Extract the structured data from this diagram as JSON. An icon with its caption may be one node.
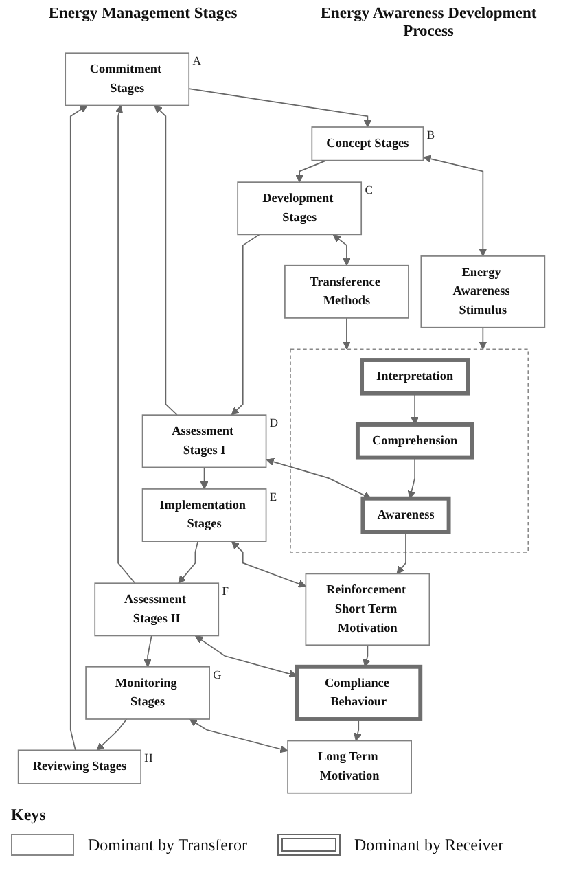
{
  "diagram": {
    "nodes": [
      {
        "text": [
          "Commitment Stages"
        ],
        "beside": [
          "A"
        ]
      },
      {
        "text": [
          "Concept Stages"
        ],
        "beside": [
          "B"
        ]
      },
      {
        "text": [
          "Development Stages"
        ],
        "beside": [
          "C"
        ]
      },
      {
        "text": [
          "Assessment Stages I"
        ],
        "beside": [
          "D"
        ]
      },
      {
        "text": [
          "Implementation Stages"
        ],
        "beside": [
          "E"
        ]
      },
      {
        "text": [
          "Assessment Stages II"
        ],
        "beside": [
          "F"
        ]
      },
      {
        "text": [
          "Monitoring Stages"
        ],
        "beside": [
          "G"
        ]
      },
      {
        "text": [
          "Reviewing Stages"
        ],
        "beside": [
          "H"
        ]
      },
      {
        "text": [
          "Energy Awareness Stimulus"
        ]
      },
      {
        "text": [
          "Transference Methods"
        ]
      },
      {
        "text": [],
        "shape": "box"
      },
      {
        "text": [
          "Interpretation"
        ],
        "in": 10
      },
      {
        "text": [
          "Comprehension"
        ],
        "in": 10
      },
      {
        "text": [
          "Awareness"
        ],
        "in": 10
      },
      {
        "text": [
          "Reinforcement Short Term Motivation"
        ]
      },
      {
        "text": [
          "Compliance Behaviour"
        ]
      },
      {
        "text": [
          "Long Term Motivation"
        ]
      }
    ],
    "edges": [
      {
        "from": 0,
        "to": 1,
        "arrow": "to"
      },
      {
        "from": 1,
        "to": 2,
        "arrow": "to"
      },
      {
        "from": 2,
        "to": 3,
        "arrow": "to"
      },
      {
        "from": 3,
        "to": 4,
        "arrow": "to"
      },
      {
        "from": 4,
        "to": 5,
        "arrow": "to"
      },
      {
        "from": 5,
        "to": 6,
        "arrow": "to"
      },
      {
        "from": 6,
        "to": 7,
        "arrow": "to"
      },
      {
        "from": 3,
        "to": 0,
        "arrow": "to"
      },
      {
        "from": 5,
        "to": 0,
        "arrow": "to"
      },
      {
        "from": 7,
        "to": 0,
        "arrow": "to"
      },
      {
        "from": 1,
        "to": 8,
        "arrow": "both"
      },
      {
        "from": 2,
        "to": 9,
        "arrow": "both"
      },
      {
        "from": 8,
        "to": 10,
        "arrow": "to"
      },
      {
        "from": 9,
        "to": 10,
        "arrow": "to"
      },
      {
        "from": 11,
        "to": 12,
        "arrow": "to"
      },
      {
        "from": 12,
        "to": 13,
        "arrow": "to"
      },
      {
        "from": 3,
        "to": 13,
        "arrow": "both"
      },
      {
        "from": 13,
        "to": 14,
        "arrow": "to"
      },
      {
        "from": 4,
        "to": 14,
        "arrow": "both"
      },
      {
        "from": 14,
        "to": 15,
        "arrow": "to"
      },
      {
        "from": 5,
        "to": 15,
        "arrow": "both"
      },
      {
        "from": 15,
        "to": 16,
        "arrow": "to"
      },
      {
        "from": 6,
        "to": 16,
        "arrow": "both"
      }
    ],
    "labels": [
      "Energy Management Stages",
      "Energy Awareness Development Process",
      "Keys"
    ],
    "legend": [
      {
        "text": "Dominant by Transferor"
      },
      {
        "text": "Dominant by Receiver"
      }
    ]
  }
}
